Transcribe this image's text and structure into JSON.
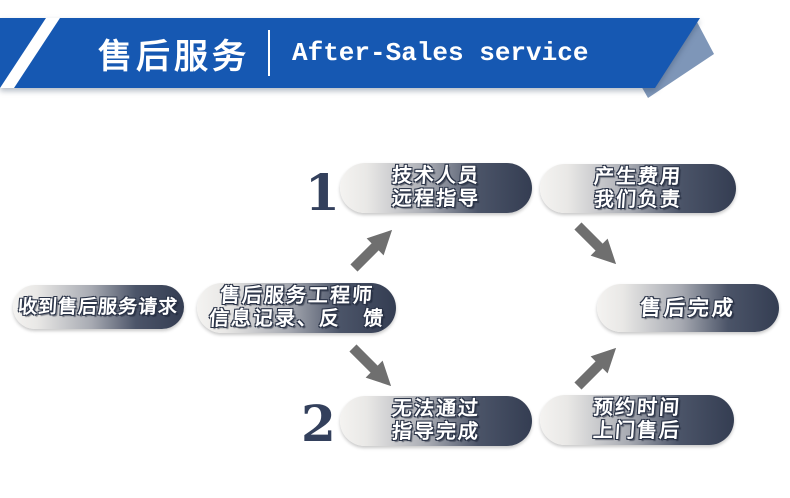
{
  "header": {
    "title_zh": "售后服务",
    "title_en": "After-Sales service"
  },
  "nodes": {
    "request": {
      "text": "收到售后服务请求"
    },
    "engineer": {
      "line1": "售后服务工程师",
      "line2": "信息记录、反　馈"
    },
    "step1": {
      "number": "1",
      "line1": "技术人员",
      "line2": "远程指导"
    },
    "cost": {
      "line1": "产生费用",
      "line2": "我们负责"
    },
    "step2": {
      "number": "2",
      "line1": "无法通过",
      "line2": "指导完成"
    },
    "appointment": {
      "line1": "预约时间",
      "line2": "上门售后"
    },
    "complete": {
      "text": "售后完成"
    }
  },
  "arrows": [
    {
      "from": "engineer",
      "to": "step1",
      "direction": "up-right"
    },
    {
      "from": "cost",
      "to": "complete",
      "direction": "down-right"
    },
    {
      "from": "engineer",
      "to": "step2",
      "direction": "down-right"
    },
    {
      "from": "appointment",
      "to": "complete",
      "direction": "up-right"
    }
  ],
  "colors": {
    "banner_blue": "#1658B2",
    "banner_fold": "#7E96B8",
    "pill_dark": "#343D52",
    "pill_light": "#F4F3F1",
    "number_navy": "#33405C",
    "arrow_gray": "#6F6F6F",
    "text_outline": "#2A3347"
  }
}
